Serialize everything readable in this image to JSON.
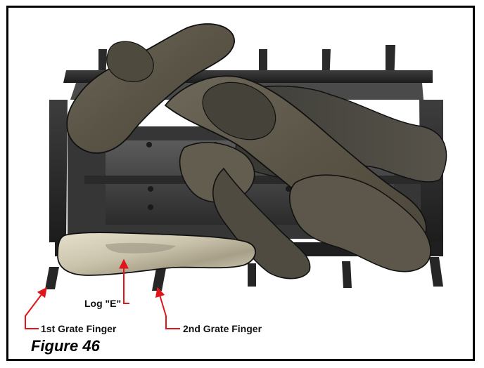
{
  "figure": {
    "caption": "Figure 46",
    "labels": {
      "log_e": "Log \"E\"",
      "first_grate_finger": "1st Grate Finger",
      "second_grate_finger": "2nd Grate Finger"
    }
  },
  "colors": {
    "frame": "#000000",
    "grate": "#2a2a2a",
    "grate_plate": "#3c3c3c",
    "log_dark": "#5a5445",
    "log_highlight": "#d8d2bf",
    "arrow": "#e0161b"
  },
  "icons": [
    "arrow-icon"
  ]
}
